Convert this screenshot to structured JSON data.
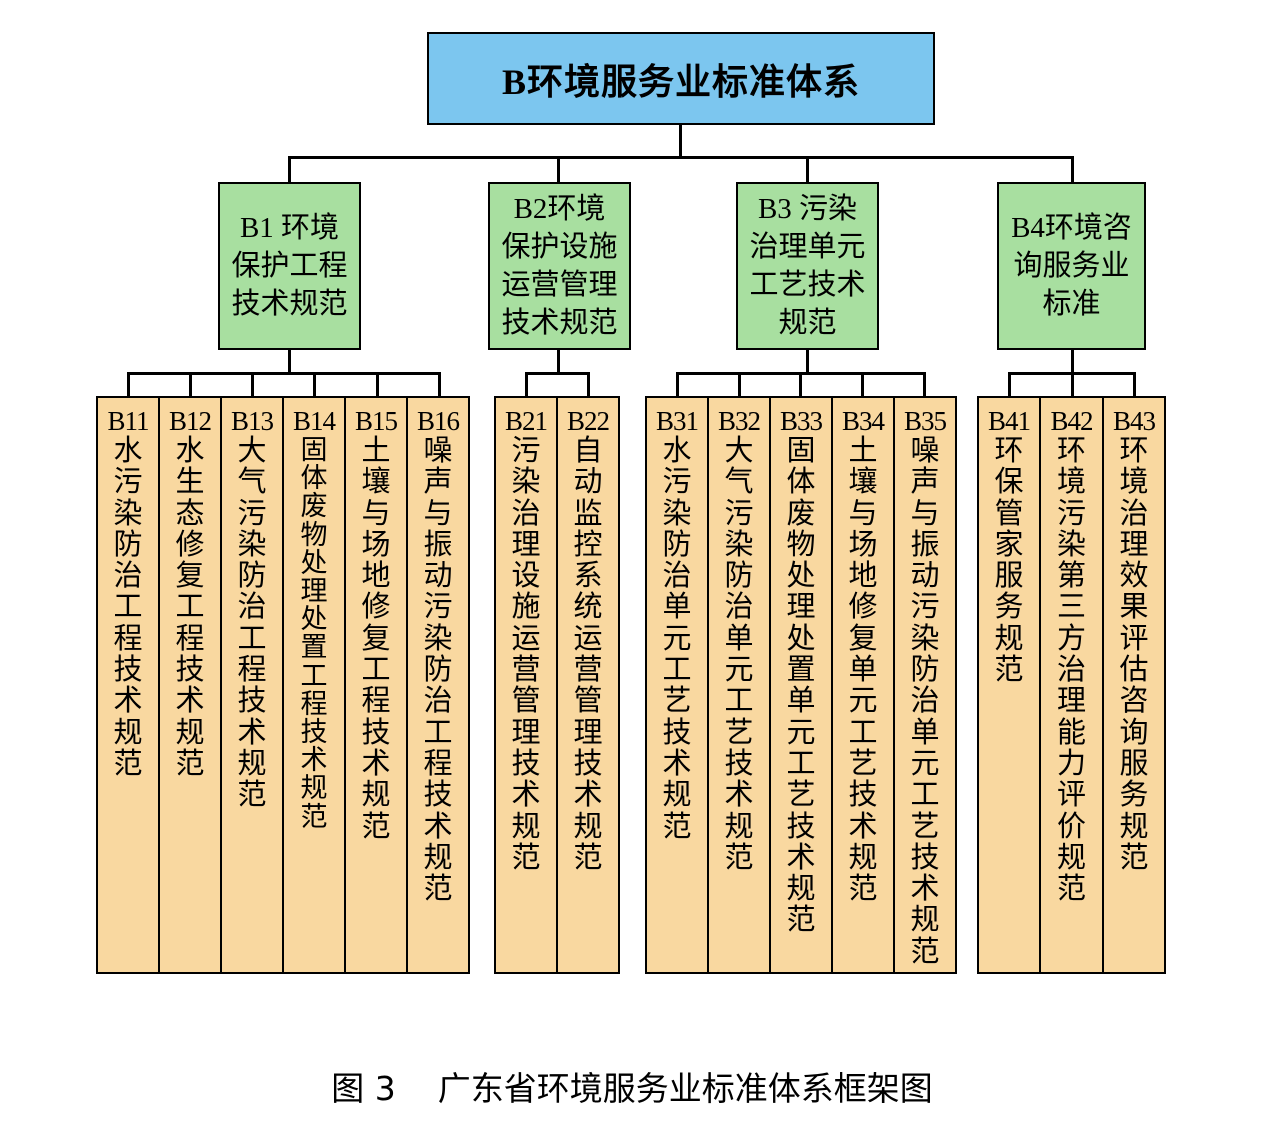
{
  "colors": {
    "root_fill": "#7CC6EF",
    "mid_fill": "#A8DFA0",
    "leaf_fill": "#F9D8A0",
    "line": "#000000"
  },
  "root": {
    "label": "B环境服务业标准体系"
  },
  "groups": [
    {
      "label": "B1  环境\n保护工程\n技术规范",
      "children": [
        {
          "code": "B11",
          "label": "水污染防治工程技术规范"
        },
        {
          "code": "B12",
          "label": "水生态修复工程技术规范"
        },
        {
          "code": "B13",
          "label": "大气污染防治工程技术规范"
        },
        {
          "code": "B14",
          "label": "固体废物处理处置工程技术规范"
        },
        {
          "code": "B15",
          "label": "土壤与场地修复工程技术规范"
        },
        {
          "code": "B16",
          "label": "噪声与振动污染防治工程技术规范"
        }
      ]
    },
    {
      "label": "B2环境\n保护设施\n运营管理\n技术规范",
      "children": [
        {
          "code": "B21",
          "label": "污染治理设施运营管理技术规范"
        },
        {
          "code": "B22",
          "label": "自动监控系统运营管理技术规范"
        }
      ]
    },
    {
      "label": "B3  污染\n治理单元\n工艺技术\n规范",
      "children": [
        {
          "code": "B31",
          "label": "水污染防治单元工艺技术规范"
        },
        {
          "code": "B32",
          "label": "大气污染防治单元工艺技术规范"
        },
        {
          "code": "B33",
          "label": "固体废物处理处置单元工艺技术规范"
        },
        {
          "code": "B34",
          "label": "土壤与场地修复单元工艺技术规范"
        },
        {
          "code": "B35",
          "label": "噪声与振动污染防治单元工艺技术规范"
        }
      ]
    },
    {
      "label": "B4环境咨\n询服务业\n标准",
      "children": [
        {
          "code": "B41",
          "label": "环保管家服务规范"
        },
        {
          "code": "B42",
          "label": "环境污染第三方治理能力评价规范"
        },
        {
          "code": "B43",
          "label": "环境治理效果评估咨询服务规范"
        }
      ]
    }
  ],
  "caption": "图 3    广东省环境服务业标准体系框架图"
}
